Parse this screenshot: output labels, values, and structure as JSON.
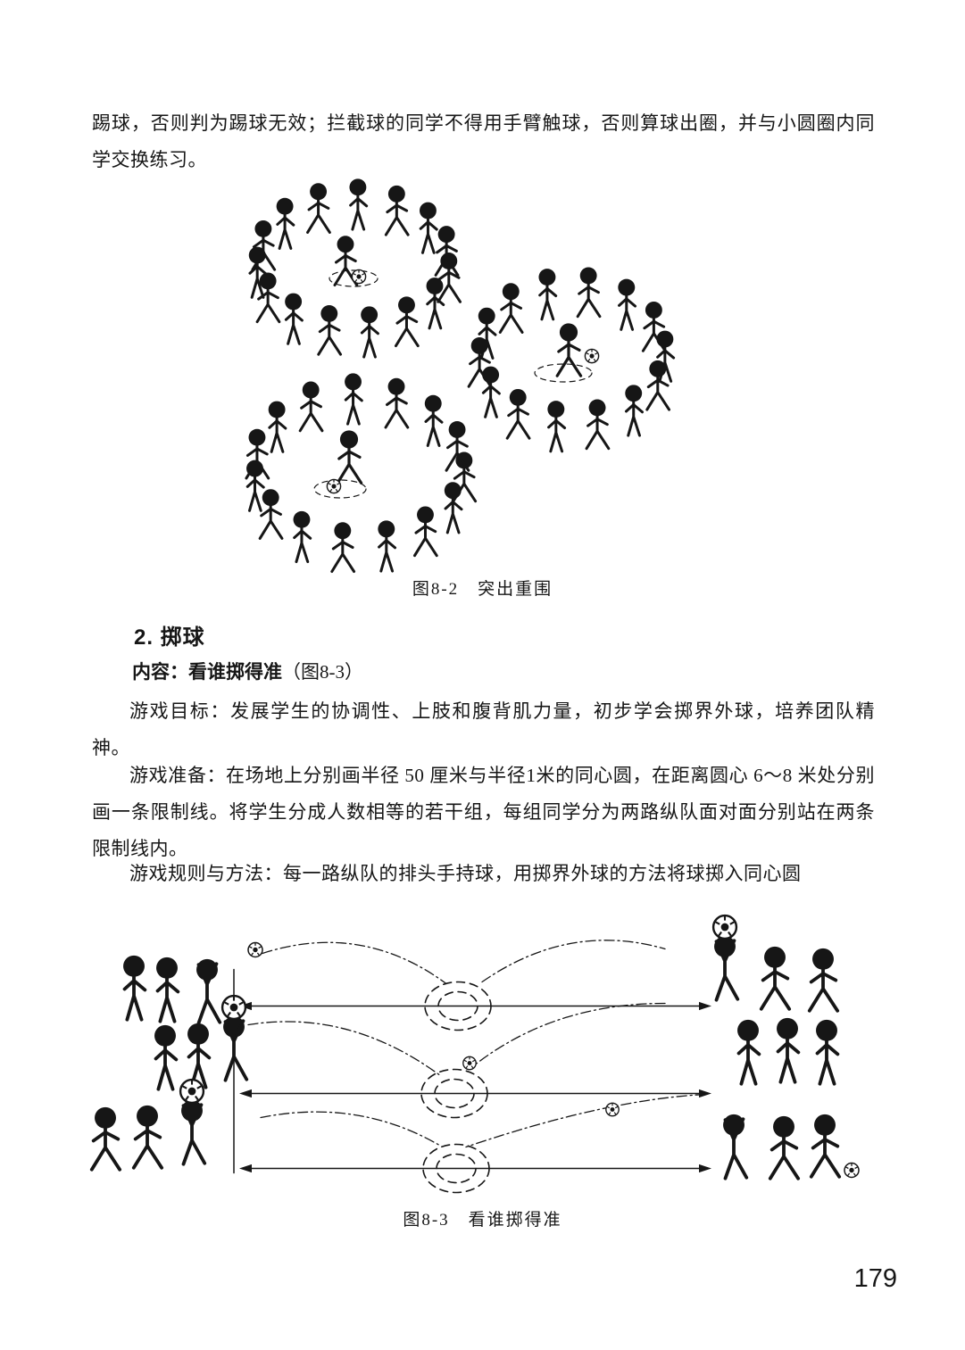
{
  "page": {
    "number": "179"
  },
  "intro": {
    "text": "踢球，否则判为踢球无效；拦截球的同学不得用手臂触球，否则算球出圈，并与小圆圈内同学交换练习。"
  },
  "figure_8_2": {
    "caption": "图8-2　突出重围"
  },
  "section": {
    "heading": "2. 掷球",
    "content_bold": "内容：看谁掷得准",
    "content_ref": "（图8-3）",
    "para_goal": "游戏目标：发展学生的协调性、上肢和腹背肌力量，初步学会掷界外球，培养团队精神。",
    "para_prep": "游戏准备：在场地上分别画半径 50 厘米与半径1米的同心圆，在距离圆心 6～8 米处分别画一条限制线。将学生分成人数相等的若干组，每组同学分为两路纵队面对面分别站在两条限制线内。",
    "para_rules": "游戏规则与方法：每一路纵队的排头手持球，用掷界外球的方法将球掷入同心圆"
  },
  "figure_8_3": {
    "caption": "图8-3　看谁掷得准"
  }
}
